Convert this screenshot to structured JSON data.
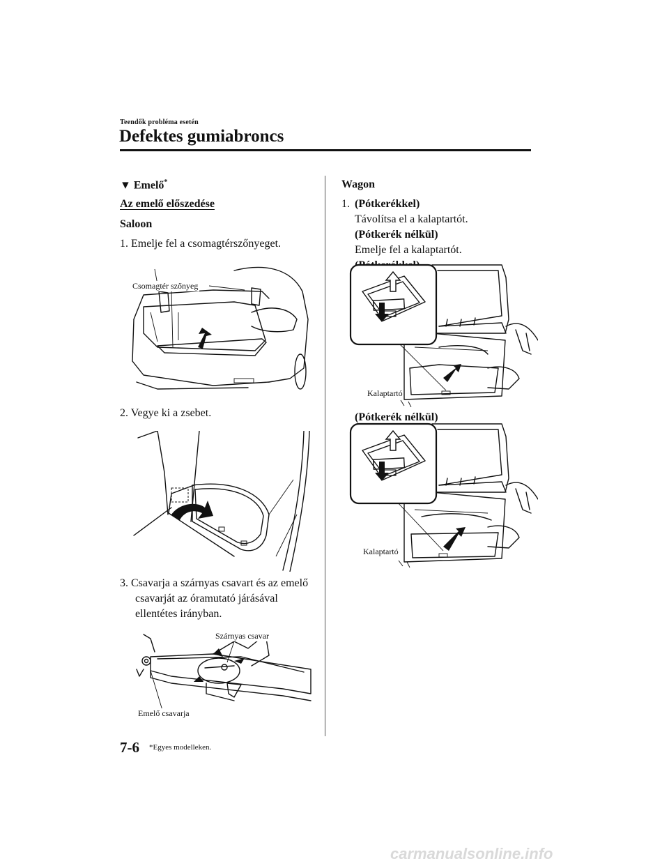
{
  "header": {
    "section_label": "Teendők probléma esetén",
    "title": "Defektes gumiabroncs"
  },
  "left": {
    "heading_marker": "▼",
    "heading": "Emelő",
    "heading_asterisk": "*",
    "subheading": "Az emelő előszedése",
    "saloon_label": "Saloon",
    "step1": "1.  Emelje fel a csomagtérszőnyeget.",
    "callout_trunk_mat": "Csomagtér szőnyeg",
    "step2": "2.  Vegye ki a zsebet.",
    "step3_line1": "3.  Csavarja a szárnyas csavart és az emelő",
    "step3_line2": "csavarját az óramutató járásával",
    "step3_line3": "ellentétes irányban.",
    "callout_wing_bolt": "Szárnyas csavar",
    "callout_jack_screw": "Emelő csavarja"
  },
  "right": {
    "wagon_label": "Wagon",
    "step1_num": "1.",
    "opt_with_spare": "(Pótkerékkel)",
    "remove_cover": "Távolítsa el a kalaptartót.",
    "opt_without_spare": "(Pótkerék nélkül)",
    "lift_cover": "Emelje fel a kalaptartót.",
    "fig1_label": "(Pótkerékkel)",
    "fig2_label": "(Pótkerék nélkül)",
    "callout_cover_1": "Kalaptartó",
    "callout_cover_2": "Kalaptartó"
  },
  "footer": {
    "page_number": "7-6",
    "note": "*Egyes modelleken."
  },
  "watermark": "carmanualsonline.info"
}
